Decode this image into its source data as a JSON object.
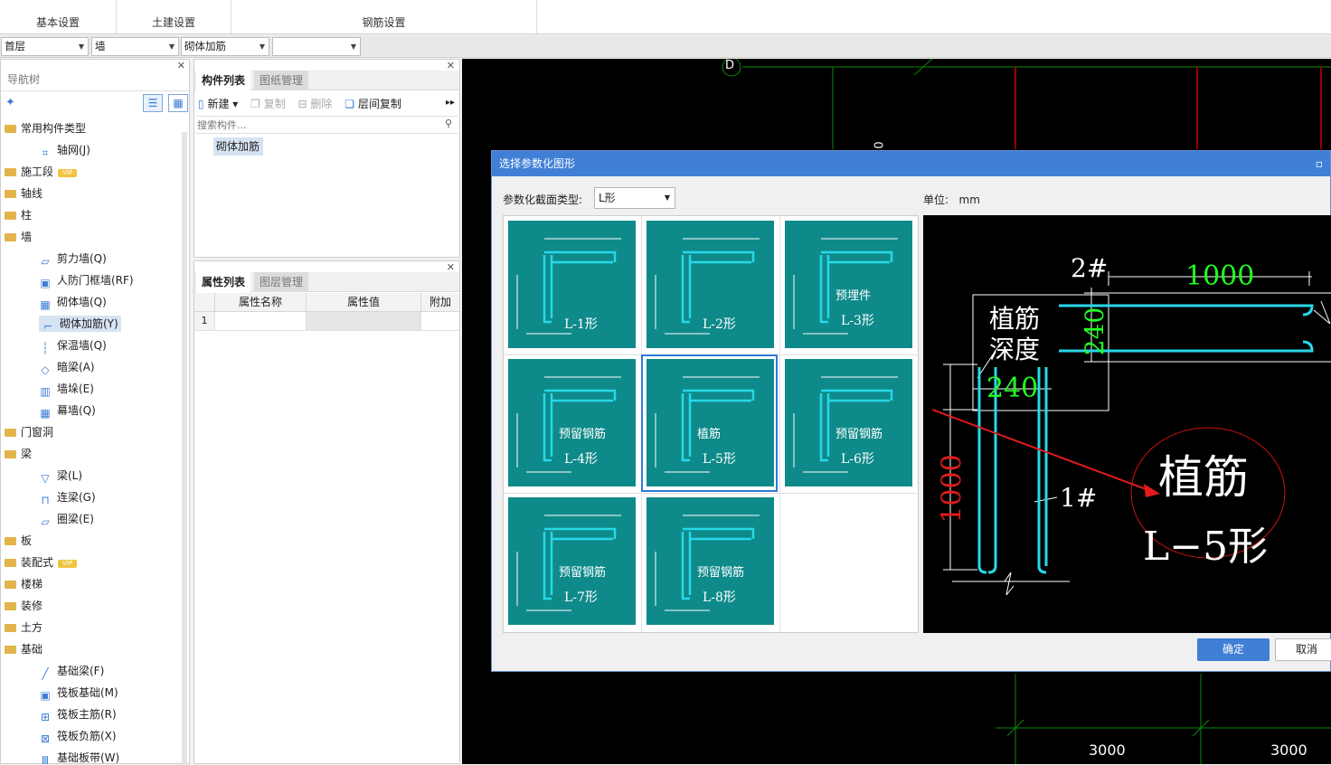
{
  "ribbon": {
    "tabs": [
      "基本设置",
      "土建设置",
      "钢筋设置"
    ]
  },
  "selectors": {
    "floor": "首层",
    "category": "墙",
    "type": "砌体加筋",
    "extra": ""
  },
  "nav": {
    "title": "导航树",
    "items": [
      {
        "label": "常用构件类型",
        "level": 0
      },
      {
        "label": "轴网(J)",
        "level": 1,
        "icon": "grid-icon"
      },
      {
        "label": "施工段",
        "level": 0,
        "vip": "VIP"
      },
      {
        "label": "轴线",
        "level": 0
      },
      {
        "label": "柱",
        "level": 0
      },
      {
        "label": "墙",
        "level": 0
      },
      {
        "label": "剪力墙(Q)",
        "level": 1,
        "icon": "shear-wall-icon"
      },
      {
        "label": "人防门框墙(RF)",
        "level": 1,
        "icon": "door-frame-wall-icon"
      },
      {
        "label": "砌体墙(Q)",
        "level": 1,
        "icon": "masonry-wall-icon"
      },
      {
        "label": "砌体加筋(Y)",
        "level": 1,
        "icon": "masonry-rebar-icon",
        "selected": true
      },
      {
        "label": "保温墙(Q)",
        "level": 1,
        "icon": "insulation-wall-icon"
      },
      {
        "label": "暗梁(A)",
        "level": 1,
        "icon": "hidden-beam-icon"
      },
      {
        "label": "墙垛(E)",
        "level": 1,
        "icon": "wall-pier-icon"
      },
      {
        "label": "幕墙(Q)",
        "level": 1,
        "icon": "curtain-wall-icon"
      },
      {
        "label": "门窗洞",
        "level": 0
      },
      {
        "label": "梁",
        "level": 0
      },
      {
        "label": "梁(L)",
        "level": 1,
        "icon": "beam-icon"
      },
      {
        "label": "连梁(G)",
        "level": 1,
        "icon": "coupling-beam-icon"
      },
      {
        "label": "圈梁(E)",
        "level": 1,
        "icon": "ring-beam-icon"
      },
      {
        "label": "板",
        "level": 0
      },
      {
        "label": "装配式",
        "level": 0,
        "vip": "VIP"
      },
      {
        "label": "楼梯",
        "level": 0
      },
      {
        "label": "装修",
        "level": 0
      },
      {
        "label": "土方",
        "level": 0
      },
      {
        "label": "基础",
        "level": 0
      },
      {
        "label": "基础梁(F)",
        "level": 1,
        "icon": "foundation-beam-icon"
      },
      {
        "label": "筏板基础(M)",
        "level": 1,
        "icon": "raft-foundation-icon"
      },
      {
        "label": "筏板主筋(R)",
        "level": 1,
        "icon": "raft-main-rebar-icon"
      },
      {
        "label": "筏板负筋(X)",
        "level": 1,
        "icon": "raft-negative-rebar-icon"
      },
      {
        "label": "基础板带(W)",
        "level": 1,
        "icon": "foundation-strip-icon"
      }
    ]
  },
  "components": {
    "tabs": [
      "构件列表",
      "图纸管理"
    ],
    "new": "新建",
    "copy": "复制",
    "delete": "删除",
    "floorcopy": "层间复制",
    "search_placeholder": "搜索构件...",
    "items": [
      "砌体加筋"
    ]
  },
  "props": {
    "tabs": [
      "属性列表",
      "图层管理"
    ],
    "headers": [
      "属性名称",
      "属性值",
      "附加"
    ],
    "rows": [
      {
        "no": "1"
      }
    ]
  },
  "canvas": {
    "axis": "D",
    "axis_frag": "0",
    "dim1": "3000",
    "dim2": "3000"
  },
  "dialog": {
    "title": "选择参数化图形",
    "type_label": "参数化截面类型:",
    "type_value": "L形",
    "unit_label": "单位:",
    "unit_value": "mm",
    "tiles": [
      {
        "cap": "L-1形",
        "sub": ""
      },
      {
        "cap": "L-2形",
        "sub": ""
      },
      {
        "cap": "L-3形",
        "sub": "预埋件"
      },
      {
        "cap": "L-4形",
        "sub": "预留钢筋"
      },
      {
        "cap": "L-5形",
        "sub": "植筋"
      },
      {
        "cap": "L-6形",
        "sub": "预留钢筋"
      },
      {
        "cap": "L-7形",
        "sub": "预留钢筋"
      },
      {
        "cap": "L-8形",
        "sub": "预留钢筋"
      }
    ],
    "preview": {
      "bar2": "2#",
      "dim_top": "1000",
      "depth_label1": "植筋",
      "depth_label2": "深度",
      "dim_240v": "240",
      "dim_240h": "240",
      "dim_left": "1000",
      "bar1": "1#",
      "callout1": "植筋",
      "callout2": "L−5形"
    },
    "ok": "确定",
    "cancel": "取消"
  },
  "colors": {
    "accent": "#3f7fd6",
    "teal": "#0f8a8a",
    "cyan": "#27d8e8",
    "green": "#22ff22",
    "red": "#e21c1c"
  }
}
